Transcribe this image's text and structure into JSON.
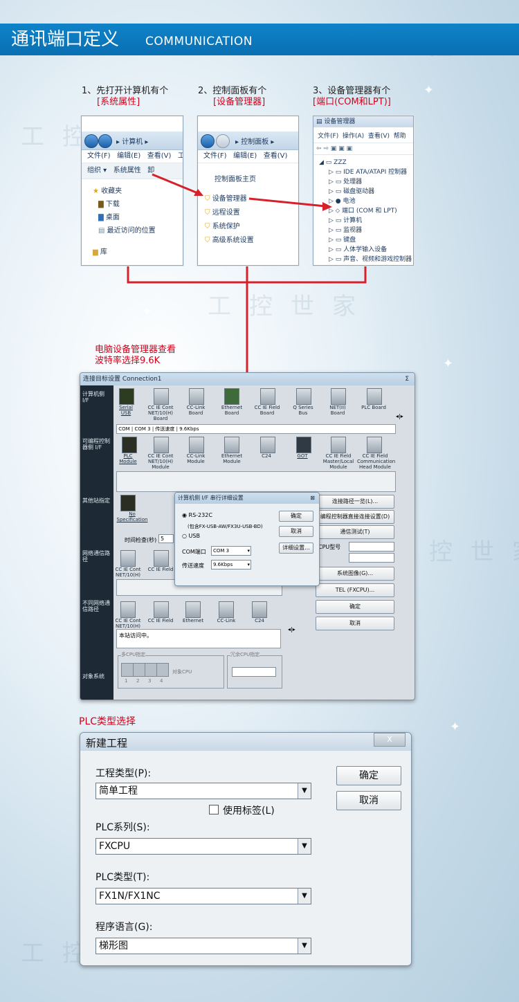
{
  "header": {
    "title_cn": "通讯端口定义",
    "title_en": "COMMUNICATION"
  },
  "watermark": "工控世家",
  "steps": [
    {
      "label": "1、先打开计算机有个",
      "highlight": "[系统属性]"
    },
    {
      "label": "2、控制面板有个",
      "highlight": "[设备管理器]"
    },
    {
      "label": "3、设备管理器有个",
      "highlight": "[端口(COM和LPT)]"
    }
  ],
  "explorer": {
    "address": "计算机",
    "menu": [
      "文件(F)",
      "编辑(E)",
      "查看(V)",
      "工"
    ],
    "toolbar": [
      "组织",
      "系统属性",
      "卸"
    ],
    "items": [
      "收藏夹",
      "下载",
      "桌面",
      "最近访问的位置",
      "库"
    ]
  },
  "control_panel": {
    "address": "控制面板",
    "menu": [
      "文件(F)",
      "编辑(E)",
      "查看(V)"
    ],
    "home": "控制面板主页",
    "items": [
      "设备管理器",
      "远程设置",
      "系统保护",
      "高级系统设置"
    ]
  },
  "device_manager": {
    "title": "设备管理器",
    "menu": [
      "文件(F)",
      "操作(A)",
      "查看(V)",
      "帮助"
    ],
    "root": "ZZZ",
    "items": [
      "IDE ATA/ATAPI 控制器",
      "处理器",
      "磁盘驱动器",
      "电池",
      "端口 (COM 和 LPT)",
      "计算机",
      "监视器",
      "键盘",
      "人体学输入设备",
      "声音、视频和游戏控制器"
    ]
  },
  "note": {
    "line1": "电脑设备管理器查看",
    "line2": "波特率选择9.6K"
  },
  "connection": {
    "title": "连接目标设置 Connection1",
    "close": "Σ",
    "side": [
      "计算机侧 I/F",
      "可编程控制器侧 I/F",
      "其他站指定",
      "网络通信路径",
      "不同网络通信路径",
      "对象系统"
    ],
    "pc_if": [
      "Serial USB",
      "CC IE Cont NET/10(H) Board",
      "CC-Link Board",
      "Ethernet Board",
      "CC IE Field Board",
      "Q Series Bus",
      "NET(II) Board",
      "PLC Board"
    ],
    "status": {
      "com": "COM",
      "port": "COM 3",
      "speed_label": "传送速度",
      "speed": "9.6Kbps"
    },
    "plc_if": [
      "PLC Module",
      "CC IE Cont NET/10(H) Module",
      "CC-Link Module",
      "Ethernet Module",
      "C24",
      "GOT",
      "CC IE Field Master/Local Module",
      "CC IE Field Communication Head Module"
    ],
    "other_station": "No Specification",
    "time_check_label": "时间检查(秒)",
    "time_check_value": "5",
    "net_route": [
      "CC IE Cont NET/10(H)",
      "CC IE Field"
    ],
    "diff_route": [
      "CC IE Cont NET/10(H)",
      "CC IE Field",
      "Ethernet",
      "CC-Link",
      "C24"
    ],
    "access_text": "本站访问中。",
    "multi_cpu": "多CPU指定",
    "target_cpu": "对象CPU",
    "redundant": "冗余CPU指定",
    "cpu_nums": [
      "1",
      "2",
      "3",
      "4"
    ],
    "right_buttons": [
      "连接路径一览(L)...",
      "编程控制器直接连接设置(D)",
      "通信测试(T)",
      "CPU型号",
      "系统图像(G)...",
      "TEL (FXCPU)...",
      "确定",
      "取消"
    ],
    "serial_dialog": {
      "title": "计算机侧 I/F 串行详细设置",
      "rs232": "RS-232C",
      "rs232_note": "(包含FX-USB-AW/FX3U-USB-BD)",
      "usb": "USB",
      "com_label": "COM端口",
      "com_value": "COM 3",
      "speed_label": "传送速度",
      "speed_value": "9.6Kbps",
      "ok": "确定",
      "cancel": "取消",
      "detail": "详细设置..."
    }
  },
  "plc_section_label": "PLC类型选择",
  "new_project": {
    "title": "新建工程",
    "close": "X",
    "project_type_label": "工程类型(P):",
    "project_type": "简单工程",
    "use_label": "使用标签(L)",
    "series_label": "PLC系列(S):",
    "series": "FXCPU",
    "type_label": "PLC类型(T):",
    "type": "FX1N/FX1NC",
    "lang_label": "程序语言(G):",
    "lang": "梯形图",
    "ok": "确定",
    "cancel": "取消"
  }
}
